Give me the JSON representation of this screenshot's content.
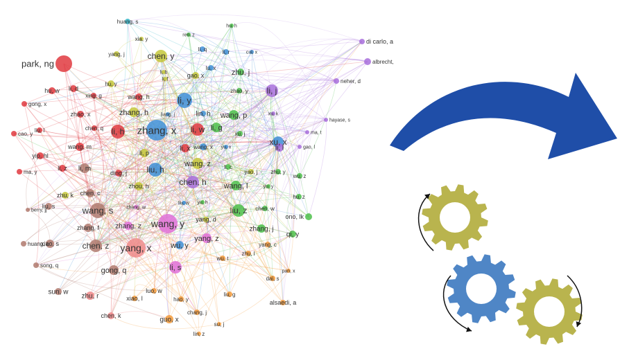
{
  "colors": {
    "red": "#e0393f",
    "pink_red": "#ef8a8a",
    "brown": "#b07a6e",
    "yellow_green": "#c4c73a",
    "yellow": "#d6d04a",
    "blue": "#3f8fd6",
    "green": "#4cbf4a",
    "purple": "#a86fdc",
    "orange": "#f39a3a",
    "cyan": "#35b6c8",
    "magenta": "#e070d8",
    "arrow": "#1f4ea8",
    "gear_olive": "#b9b44e",
    "gear_blue": "#4f86c6"
  },
  "icons": [
    "curved-arrow-icon",
    "gear-icon"
  ],
  "nodes": [
    {
      "label": "park, ng",
      "c": "red",
      "s": 12,
      "f": 13
    },
    {
      "label": "chen, y",
      "c": "yellow_green",
      "s": 9,
      "f": 12
    },
    {
      "label": "huang, s",
      "c": "cyan",
      "s": 4,
      "f": 8
    },
    {
      "label": "xia, y",
      "c": "yellow_green",
      "s": 3,
      "f": 8
    },
    {
      "label": "ren, z",
      "c": "green",
      "s": 3,
      "f": 7
    },
    {
      "label": "hu, h",
      "c": "green",
      "s": 3,
      "f": 7
    },
    {
      "label": "yang, j",
      "c": "yellow_green",
      "s": 4,
      "f": 8
    },
    {
      "label": "li, q",
      "c": "blue",
      "s": 4,
      "f": 8
    },
    {
      "label": "li, r",
      "c": "blue",
      "s": 4,
      "f": 8
    },
    {
      "label": "cui, x",
      "c": "blue",
      "s": 3,
      "f": 7
    },
    {
      "label": "di carlo, a",
      "c": "purple",
      "s": 4,
      "f": 9
    },
    {
      "label": "albrecht, s",
      "c": "purple",
      "s": 5,
      "f": 8
    },
    {
      "label": "neher, d",
      "c": "purple",
      "s": 4,
      "f": 8
    },
    {
      "label": "li, b",
      "c": "yellow_green",
      "s": 3,
      "f": 7
    },
    {
      "label": "lu, x",
      "c": "blue",
      "s": 4,
      "f": 8
    },
    {
      "label": "zhu, j",
      "c": "green",
      "s": 5,
      "f": 11
    },
    {
      "label": "gao, x",
      "c": "yellow_green",
      "s": 5,
      "f": 9
    },
    {
      "label": "li, f",
      "c": "yellow_green",
      "s": 3,
      "f": 7
    },
    {
      "label": "hu, y",
      "c": "yellow_green",
      "s": 5,
      "f": 8
    },
    {
      "label": "hu, w",
      "c": "red",
      "s": 5,
      "f": 9
    },
    {
      "label": "li, d",
      "c": "red",
      "s": 5,
      "f": 9
    },
    {
      "label": "xing, g",
      "c": "red",
      "s": 4,
      "f": 8
    },
    {
      "label": "wang, h",
      "c": "red",
      "s": 5,
      "f": 9
    },
    {
      "label": "zhao, y",
      "c": "green",
      "s": 4,
      "f": 8
    },
    {
      "label": "li, j",
      "c": "purple",
      "s": 9,
      "f": 12
    },
    {
      "label": "gong, x",
      "c": "red",
      "s": 4,
      "f": 8
    },
    {
      "label": "li, y",
      "c": "blue",
      "s": 11,
      "f": 13
    },
    {
      "label": "zhao, x",
      "c": "red",
      "s": 5,
      "f": 9
    },
    {
      "label": "zhang, h",
      "c": "yellow_green",
      "s": 7,
      "f": 11
    },
    {
      "label": "liang, j",
      "c": "blue",
      "s": 3,
      "f": 7
    },
    {
      "label": "lin, h",
      "c": "blue",
      "s": 4,
      "f": 10
    },
    {
      "label": "wang, p",
      "c": "green",
      "s": 7,
      "f": 11
    },
    {
      "label": "xu, k",
      "c": "purple",
      "s": 3,
      "f": 7
    },
    {
      "label": "hayase, s",
      "c": "purple",
      "s": 3,
      "f": 7
    },
    {
      "label": "cao, y",
      "c": "red",
      "s": 4,
      "f": 8
    },
    {
      "label": "liu, l",
      "c": "red",
      "s": 4,
      "f": 8
    },
    {
      "label": "chen, q",
      "c": "red",
      "s": 4,
      "f": 8
    },
    {
      "label": "li, h",
      "c": "red",
      "s": 10,
      "f": 12
    },
    {
      "label": "zhang, x",
      "c": "blue",
      "s": 15,
      "f": 15
    },
    {
      "label": "li, w",
      "c": "red",
      "s": 9,
      "f": 12
    },
    {
      "label": "li, g",
      "c": "green",
      "s": 7,
      "f": 11
    },
    {
      "label": "xu, j",
      "c": "green",
      "s": 4,
      "f": 8
    },
    {
      "label": "ma, t",
      "c": "purple",
      "s": 3,
      "f": 7
    },
    {
      "label": "yip, hl",
      "c": "red",
      "s": 5,
      "f": 9
    },
    {
      "label": "wang, m",
      "c": "red",
      "s": 6,
      "f": 9
    },
    {
      "label": "li, p",
      "c": "yellow_green",
      "s": 6,
      "f": 9
    },
    {
      "label": "li, x",
      "c": "red",
      "s": 6,
      "f": 10
    },
    {
      "label": "wang, x",
      "c": "blue",
      "s": 5,
      "f": 8
    },
    {
      "label": "yu, x",
      "c": "blue",
      "s": 3,
      "f": 7
    },
    {
      "label": "xu, x",
      "c": "blue",
      "s": 8,
      "f": 12
    },
    {
      "label": "li, l",
      "c": "purple",
      "s": 6,
      "f": 10
    },
    {
      "label": "gao, l",
      "c": "purple",
      "s": 3,
      "f": 7
    },
    {
      "label": "li, z",
      "c": "red",
      "s": 5,
      "f": 9
    },
    {
      "label": "li, m",
      "c": "brown",
      "s": 7,
      "f": 10
    },
    {
      "label": "ding, j",
      "c": "red",
      "s": 5,
      "f": 9
    },
    {
      "label": "liu, h",
      "c": "blue",
      "s": 10,
      "f": 12
    },
    {
      "label": "wang, z",
      "c": "yellow_green",
      "s": 8,
      "f": 11
    },
    {
      "label": "li, c",
      "c": "green",
      "s": 4,
      "f": 8
    },
    {
      "label": "yao, j",
      "c": "yellow_green",
      "s": 4,
      "f": 8
    },
    {
      "label": "zhu, y",
      "c": "green",
      "s": 4,
      "f": 8
    },
    {
      "label": "wu, z",
      "c": "green",
      "s": 4,
      "f": 8
    },
    {
      "label": "ma, y",
      "c": "red",
      "s": 4,
      "f": 8
    },
    {
      "label": "chen, h",
      "c": "purple",
      "s": 9,
      "f": 12
    },
    {
      "label": "zhou, h",
      "c": "yellow_green",
      "s": 6,
      "f": 9
    },
    {
      "label": "wang, l",
      "c": "green",
      "s": 7,
      "f": 11
    },
    {
      "label": "yu, y",
      "c": "green",
      "s": 3,
      "f": 7
    },
    {
      "label": "zhu, k",
      "c": "yellow_green",
      "s": 5,
      "f": 9
    },
    {
      "label": "chen, c",
      "c": "brown",
      "s": 6,
      "f": 9
    },
    {
      "label": "hu, z",
      "c": "green",
      "s": 4,
      "f": 8
    },
    {
      "label": "berry, jj",
      "c": "brown",
      "s": 3,
      "f": 7
    },
    {
      "label": "liu, s",
      "c": "brown",
      "s": 5,
      "f": 9
    },
    {
      "label": "zhang, w",
      "c": "magenta",
      "s": 3,
      "f": 7
    },
    {
      "label": "liu, w",
      "c": "blue",
      "s": 3,
      "f": 7
    },
    {
      "label": "yu, h",
      "c": "green",
      "s": 3,
      "f": 7
    },
    {
      "label": "wang, s",
      "c": "brown",
      "s": 11,
      "f": 13
    },
    {
      "label": "liu, z",
      "c": "green",
      "s": 9,
      "f": 12
    },
    {
      "label": "chen, w",
      "c": "green",
      "s": 4,
      "f": 8
    },
    {
      "label": "ono, lk",
      "c": "green",
      "s": 5,
      "f": 9
    },
    {
      "label": "zhang, f",
      "c": "brown",
      "s": 6,
      "f": 9
    },
    {
      "label": "zhang, z",
      "c": "magenta",
      "s": 6,
      "f": 10
    },
    {
      "label": "wang, y",
      "c": "magenta",
      "s": 14,
      "f": 14
    },
    {
      "label": "yang, d",
      "c": "yellow_green",
      "s": 4,
      "f": 9
    },
    {
      "label": "zhang, j",
      "c": "green",
      "s": 6,
      "f": 10
    },
    {
      "label": "qi, y",
      "c": "green",
      "s": 5,
      "f": 10
    },
    {
      "label": "huang, c",
      "c": "brown",
      "s": 4,
      "f": 8
    },
    {
      "label": "xiao, s",
      "c": "brown",
      "s": 6,
      "f": 9
    },
    {
      "label": "chen, z",
      "c": "brown",
      "s": 9,
      "f": 12
    },
    {
      "label": "yang, x",
      "c": "pink_red",
      "s": 14,
      "f": 14
    },
    {
      "label": "yang, z",
      "c": "magenta",
      "s": 7,
      "f": 11
    },
    {
      "label": "wu, y",
      "c": "blue",
      "s": 6,
      "f": 11
    },
    {
      "label": "yang, c",
      "c": "orange",
      "s": 4,
      "f": 8
    },
    {
      "label": "zhu, l",
      "c": "orange",
      "s": 4,
      "f": 8
    },
    {
      "label": "wu, t",
      "c": "orange",
      "s": 4,
      "f": 8
    },
    {
      "label": "song, q",
      "c": "brown",
      "s": 4,
      "f": 8
    },
    {
      "label": "gong, q",
      "c": "brown",
      "s": 7,
      "f": 11
    },
    {
      "label": "li, s",
      "c": "magenta",
      "s": 9,
      "f": 11
    },
    {
      "label": "pan, x",
      "c": "orange",
      "s": 3,
      "f": 7
    },
    {
      "label": "dai, s",
      "c": "orange",
      "s": 4,
      "f": 8
    },
    {
      "label": "sun, w",
      "c": "brown",
      "s": 5,
      "f": 10
    },
    {
      "label": "zhu, r",
      "c": "pink_red",
      "s": 6,
      "f": 10
    },
    {
      "label": "luo, w",
      "c": "orange",
      "s": 4,
      "f": 9
    },
    {
      "label": "xiao, l",
      "c": "orange",
      "s": 4,
      "f": 9
    },
    {
      "label": "hao, y",
      "c": "orange",
      "s": 4,
      "f": 8
    },
    {
      "label": "liu, g",
      "c": "orange",
      "s": 4,
      "f": 8
    },
    {
      "label": "alsaedi, a",
      "c": "orange",
      "s": 4,
      "f": 9
    },
    {
      "label": "chang, j",
      "c": "orange",
      "s": 4,
      "f": 8
    },
    {
      "label": "chen, k",
      "c": "pink_red",
      "s": 5,
      "f": 9
    },
    {
      "label": "guo, x",
      "c": "orange",
      "s": 6,
      "f": 10
    },
    {
      "label": "su, j",
      "c": "orange",
      "s": 3,
      "f": 8
    },
    {
      "label": "lin, z",
      "c": "orange",
      "s": 3,
      "f": 8
    }
  ]
}
